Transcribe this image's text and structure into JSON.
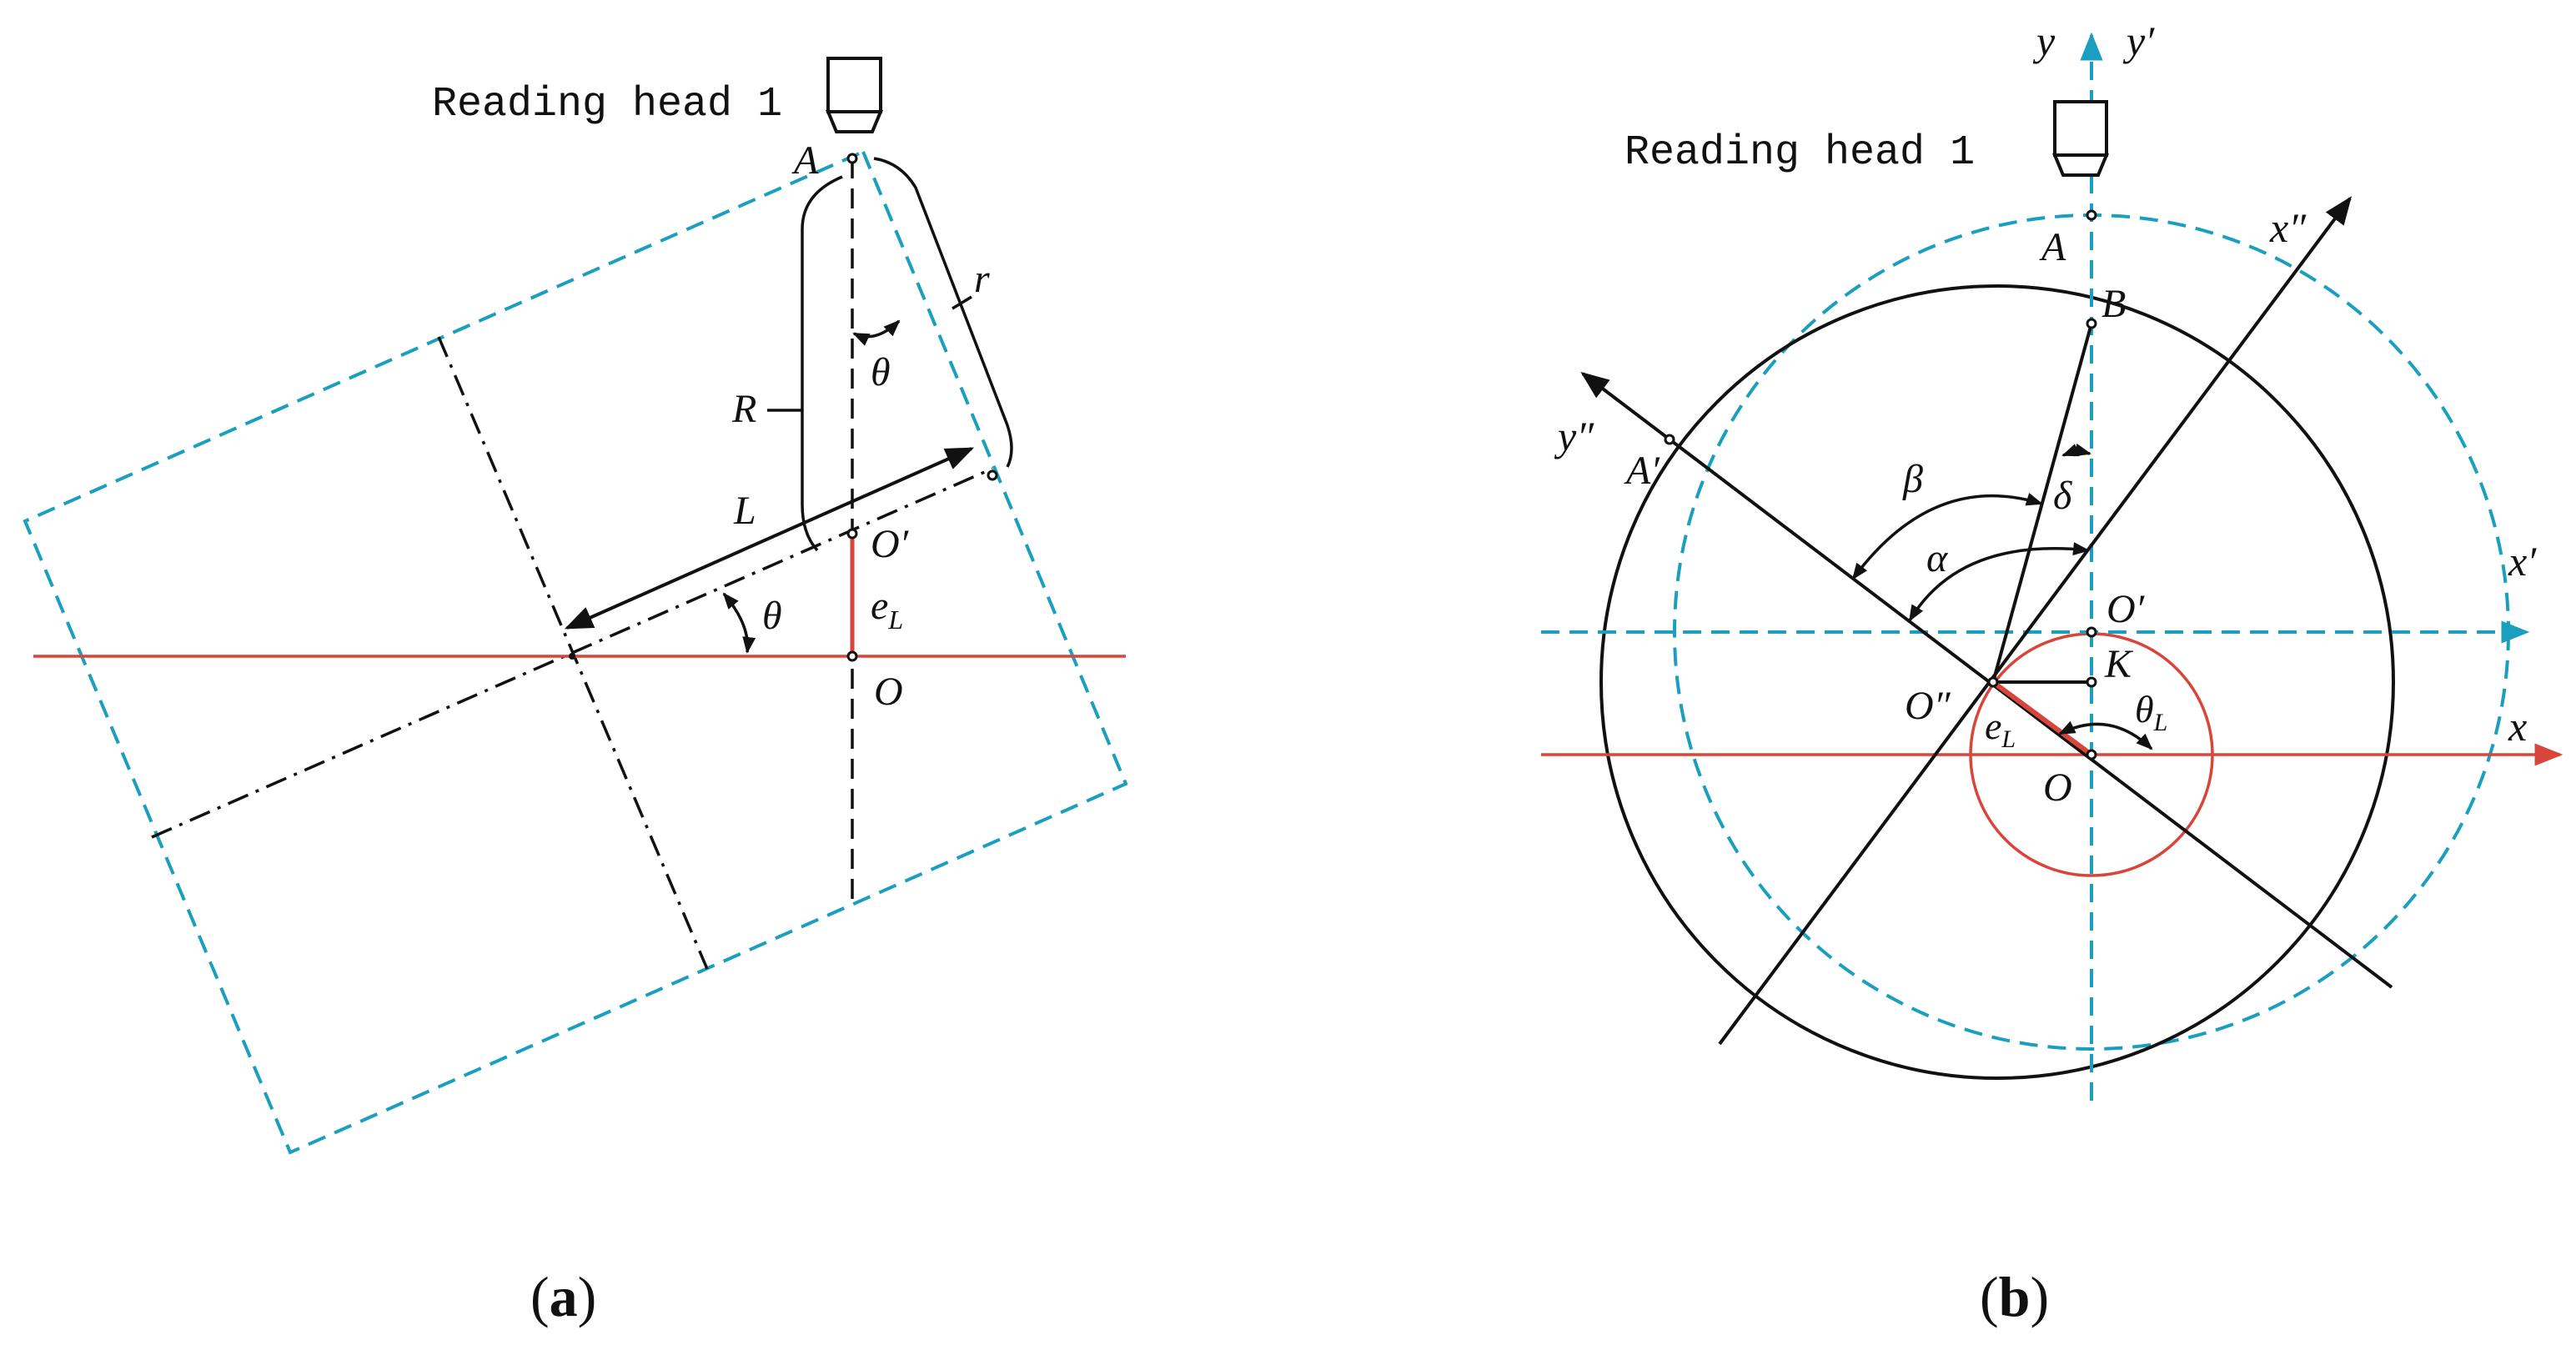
{
  "colors": {
    "cyan": "#1a9fbf",
    "red": "#d9453a",
    "black": "#111111"
  },
  "panel_a": {
    "reading_head_label": "Reading head 1",
    "labels": {
      "A": "A",
      "r": "r",
      "theta_top": "θ",
      "R": "R",
      "L": "L",
      "O_prime": "O′",
      "e_L_main": "e",
      "e_L_sub": "L",
      "theta_bottom": "θ",
      "O": "O"
    },
    "caption": {
      "open": "(",
      "letter": "a",
      "close": ")"
    }
  },
  "panel_b": {
    "reading_head_label": "Reading head 1",
    "labels": {
      "y": "y",
      "y_prime": "y′",
      "A": "A",
      "x_dprime": "x″",
      "B": "B",
      "y_dprime": "y″",
      "A_prime": "A′",
      "beta": "β",
      "delta": "δ",
      "alpha": "α",
      "x_prime": "x′",
      "O_prime": "O′",
      "K": "K",
      "O_dprime": "O″",
      "e_L_main": "e",
      "e_L_sub": "L",
      "theta_L_main": "θ",
      "theta_L_sub": "L",
      "x": "x",
      "O": "O"
    },
    "caption": {
      "open": "(",
      "letter": "b",
      "close": ")"
    }
  }
}
